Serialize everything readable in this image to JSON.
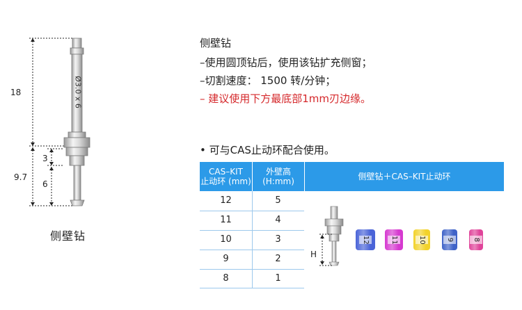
{
  "dimensions": {
    "length_total": "18",
    "length_lower": "9.7",
    "seg_upper": "3",
    "seg_lower": "6",
    "shank_marking": "Ø3.0 x 6"
  },
  "tool_caption": "侧壁钻",
  "description": {
    "title": "侧壁钻",
    "lines": [
      "–使用圆顶钻后，使用该钻扩充侧窗；",
      "–切割速度：  1500 转/分钟；"
    ],
    "warning": "– 建议使用下方最底部1mm刃边缘。"
  },
  "note": "• 可与CAS止动环配合使用。",
  "table": {
    "headers": {
      "col1_line1": "CAS–KIT",
      "col1_line2": "止动环 (mm)",
      "col2_line1": "外壁高",
      "col2_line2": "(H:mm)",
      "col3": "侧壁钻＋CAS–KIT止动环"
    },
    "rows": [
      {
        "kit": "12",
        "height": "5"
      },
      {
        "kit": "11",
        "height": "4"
      },
      {
        "kit": "10",
        "height": "3"
      },
      {
        "kit": "9",
        "height": "2"
      },
      {
        "kit": "8",
        "height": "1"
      }
    ],
    "h_label": "H",
    "rings": [
      {
        "label": "12",
        "color": "#4a64d8"
      },
      {
        "label": "11",
        "color": "#d63ad0"
      },
      {
        "label": "10",
        "color": "#f2d22a"
      },
      {
        "label": "9",
        "color": "#3f63c8"
      },
      {
        "label": "8",
        "color": "#e0449a"
      }
    ]
  },
  "colors": {
    "header_blue": "#2c9ae8",
    "warning_red": "#d5282b",
    "row_alt": "#eef5fc"
  }
}
